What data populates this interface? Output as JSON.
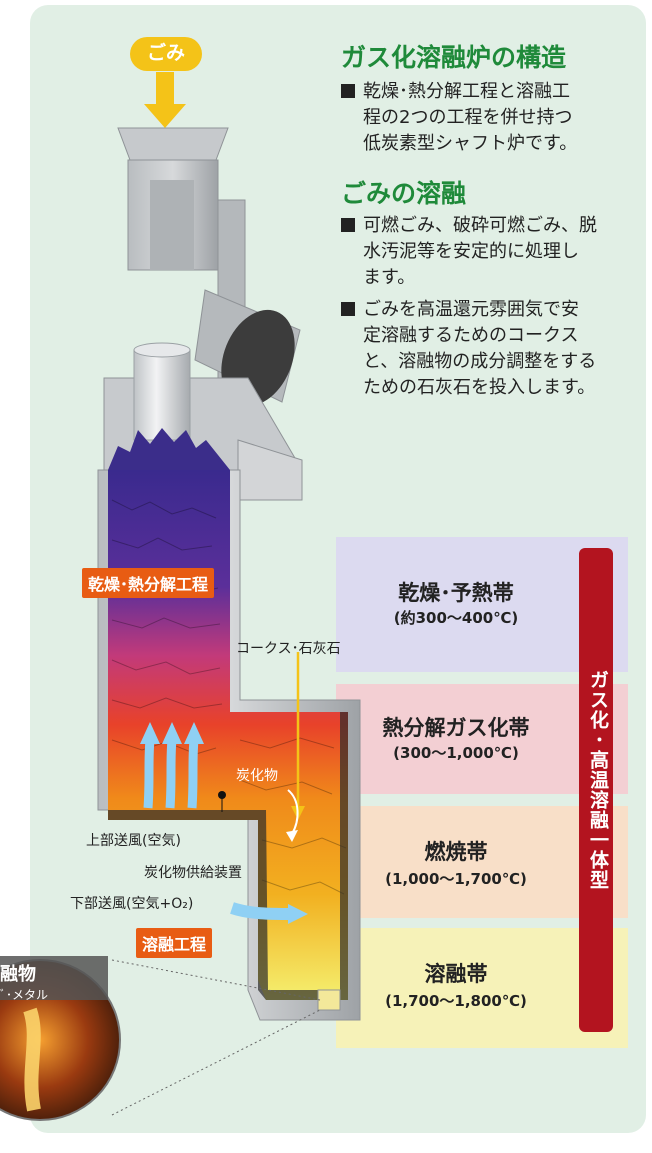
{
  "input_label": "ごみ",
  "section1": {
    "title": "ガス化溶融炉の構造",
    "bullet": "乾燥･熱分解工程と溶融工\n程の2つの工程を併せ持つ\n低炭素型シャフト炉です。"
  },
  "section2": {
    "title": "ごみの溶融",
    "bullet1": "可燃ごみ、破砕可燃ごみ、脱\n水汚泥等を安定的に処理し\nます。",
    "bullet2": "ごみを高温還元雰囲気で安\n定溶融するためのコークス\nと、溶融物の成分調整をする\nための石灰石を投入します。"
  },
  "zones": [
    {
      "name": "乾燥･予熱帯",
      "temp": "(約300～400℃)",
      "color": "#dcdaf0"
    },
    {
      "name": "熱分解ガス化帯",
      "temp": "(300～1,000℃)",
      "color": "#f3cfd3"
    },
    {
      "name": "燃焼帯",
      "temp": "(1,000～1,700℃)",
      "color": "#f8dfc8"
    },
    {
      "name": "溶融帯",
      "temp": "(1,700～1,800℃)",
      "color": "#f6f2b8"
    }
  ],
  "vertical_band": "ガス化･高温溶融一体型",
  "process_tags": {
    "drying": "乾燥･熱分解工程",
    "melting": "溶融工程"
  },
  "labels": {
    "coke": "コークス･石灰石",
    "char": "炭化物",
    "upper_air": "上部送風(空気)",
    "char_feeder": "炭化物供給装置",
    "lower_air": "下部送風(空気+O₂)"
  },
  "inset": {
    "title": "融物",
    "subtitle": "ﾞ･メタル"
  },
  "colors": {
    "title_green": "#1f8a3a",
    "tag_orange": "#e85c13",
    "band_red": "#b3141f",
    "panel_bg": "#e1efe5"
  }
}
